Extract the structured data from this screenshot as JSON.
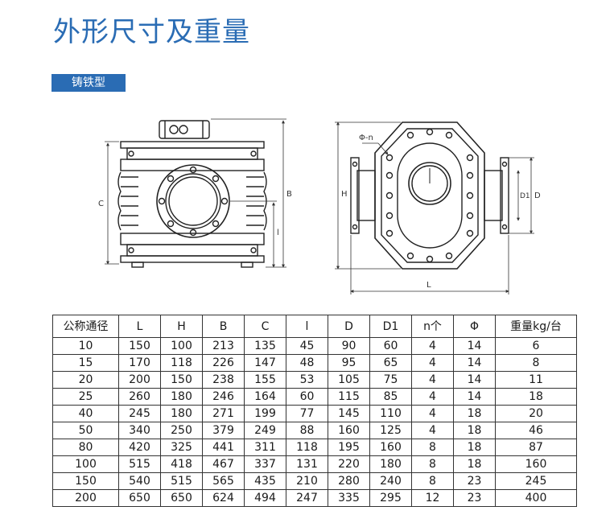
{
  "title": "外形尺寸及重量",
  "badge": "铸铁型",
  "drawing_labels": {
    "left_C": "C",
    "left_B": "B",
    "left_l": "l",
    "right_phi_n": "Φ-n",
    "right_H": "H",
    "right_D1": "D1",
    "right_D": "D",
    "right_L": "L"
  },
  "table": {
    "headers": [
      "公称通径",
      "L",
      "H",
      "B",
      "C",
      "l",
      "D",
      "D1",
      "n个",
      "Φ",
      "重量kg/台"
    ],
    "rows": [
      [
        "10",
        "150",
        "100",
        "213",
        "135",
        "45",
        "90",
        "60",
        "4",
        "14",
        "6"
      ],
      [
        "15",
        "170",
        "118",
        "226",
        "147",
        "48",
        "95",
        "65",
        "4",
        "14",
        "8"
      ],
      [
        "20",
        "200",
        "150",
        "238",
        "155",
        "53",
        "105",
        "75",
        "4",
        "14",
        "11"
      ],
      [
        "25",
        "260",
        "180",
        "246",
        "164",
        "60",
        "115",
        "85",
        "4",
        "14",
        "18"
      ],
      [
        "40",
        "245",
        "180",
        "271",
        "199",
        "77",
        "145",
        "110",
        "4",
        "18",
        "20"
      ],
      [
        "50",
        "340",
        "250",
        "379",
        "249",
        "88",
        "160",
        "125",
        "4",
        "18",
        "46"
      ],
      [
        "80",
        "420",
        "325",
        "441",
        "311",
        "118",
        "195",
        "160",
        "8",
        "18",
        "87"
      ],
      [
        "100",
        "515",
        "418",
        "467",
        "337",
        "131",
        "220",
        "180",
        "8",
        "18",
        "160"
      ],
      [
        "150",
        "540",
        "515",
        "565",
        "435",
        "210",
        "280",
        "240",
        "8",
        "23",
        "245"
      ],
      [
        "200",
        "650",
        "650",
        "624",
        "494",
        "247",
        "335",
        "295",
        "12",
        "23",
        "400"
      ]
    ]
  }
}
